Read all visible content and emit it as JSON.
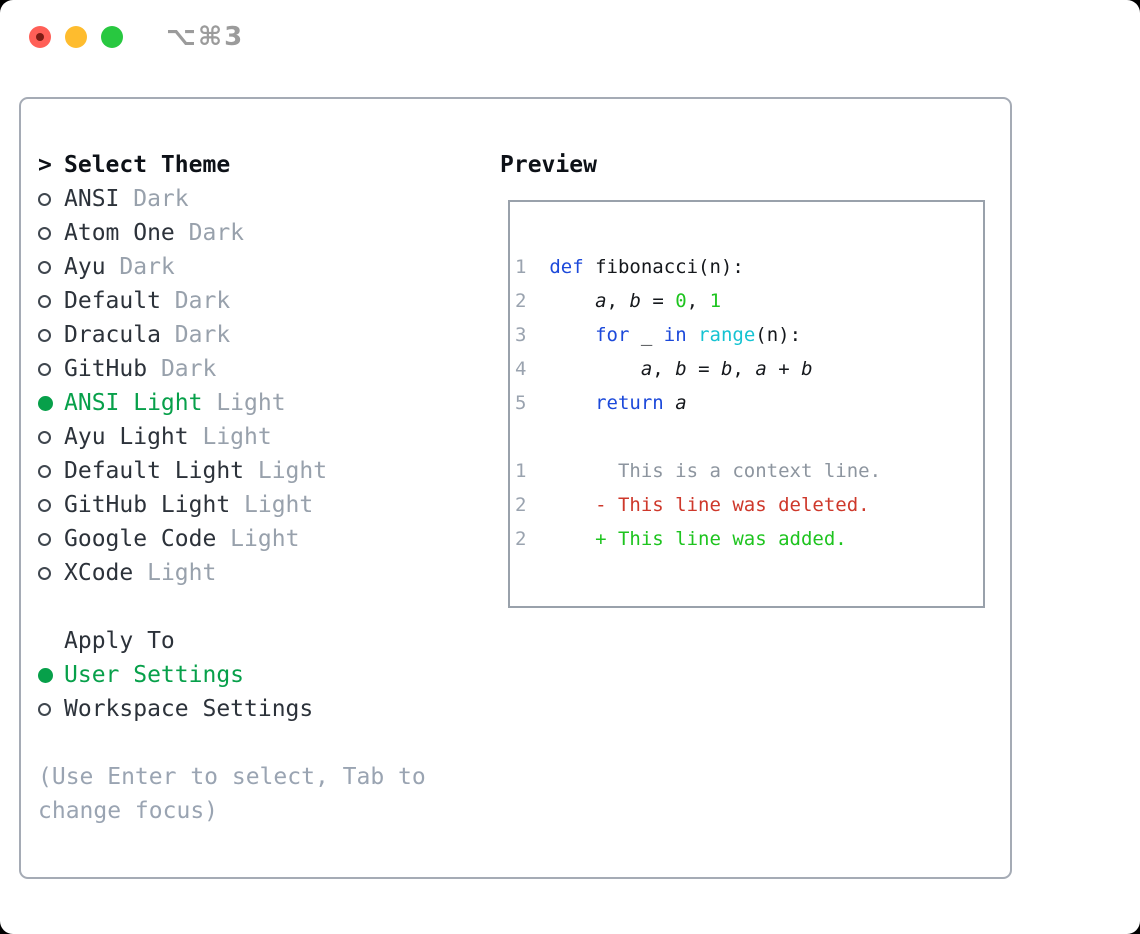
{
  "titlebar": {
    "shortcut": "⌥⌘3"
  },
  "colors": {
    "selected_green": "#07a04a",
    "added_green": "#1ec41f",
    "deleted_red": "#ce382b",
    "keyword_blue": "#1c49da",
    "builtin_cyan": "#15c3d2",
    "muted_gray": "#98a1ac",
    "traffic_red": "#ff5f57",
    "traffic_yellow": "#febc2e",
    "traffic_green": "#28c840"
  },
  "theme_picker": {
    "heading_prefix": ">",
    "heading": "Select Theme",
    "items": [
      {
        "name": "ANSI",
        "tag": "Dark",
        "selected": false
      },
      {
        "name": "Atom One",
        "tag": "Dark",
        "selected": false
      },
      {
        "name": "Ayu",
        "tag": "Dark",
        "selected": false
      },
      {
        "name": "Default",
        "tag": "Dark",
        "selected": false
      },
      {
        "name": "Dracula",
        "tag": "Dark",
        "selected": false
      },
      {
        "name": "GitHub",
        "tag": "Dark",
        "selected": false
      },
      {
        "name": "ANSI Light",
        "tag": "Light",
        "selected": true
      },
      {
        "name": "Ayu Light",
        "tag": "Light",
        "selected": false
      },
      {
        "name": "Default Light",
        "tag": "Light",
        "selected": false
      },
      {
        "name": "GitHub Light",
        "tag": "Light",
        "selected": false
      },
      {
        "name": "Google Code",
        "tag": "Light",
        "selected": false
      },
      {
        "name": "XCode",
        "tag": "Light",
        "selected": false
      }
    ]
  },
  "apply_to": {
    "heading": "Apply To",
    "options": [
      {
        "label": "User Settings",
        "selected": true
      },
      {
        "label": "Workspace Settings",
        "selected": false
      }
    ]
  },
  "hint_lines": [
    "(Use Enter to select, Tab to",
    "change focus)"
  ],
  "preview": {
    "heading": "Preview",
    "lines": [
      {
        "num": "1",
        "tokens": [
          {
            "t": "def",
            "c": "kw"
          },
          {
            "t": " fibonacci(n):",
            "c": "p"
          }
        ]
      },
      {
        "num": "2",
        "tokens": [
          {
            "t": "    ",
            "c": "p"
          },
          {
            "t": "a",
            "c": "v"
          },
          {
            "t": ", ",
            "c": "p"
          },
          {
            "t": "b",
            "c": "v"
          },
          {
            "t": " = ",
            "c": "p"
          },
          {
            "t": "0",
            "c": "n"
          },
          {
            "t": ", ",
            "c": "p"
          },
          {
            "t": "1",
            "c": "n"
          }
        ]
      },
      {
        "num": "3",
        "tokens": [
          {
            "t": "    ",
            "c": "p"
          },
          {
            "t": "for",
            "c": "kw"
          },
          {
            "t": " _ ",
            "c": "p"
          },
          {
            "t": "in",
            "c": "kw"
          },
          {
            "t": " ",
            "c": "p"
          },
          {
            "t": "range",
            "c": "fn"
          },
          {
            "t": "(n):",
            "c": "p"
          }
        ]
      },
      {
        "num": "4",
        "tokens": [
          {
            "t": "        ",
            "c": "p"
          },
          {
            "t": "a",
            "c": "v"
          },
          {
            "t": ", ",
            "c": "p"
          },
          {
            "t": "b",
            "c": "v"
          },
          {
            "t": " = ",
            "c": "p"
          },
          {
            "t": "b",
            "c": "v"
          },
          {
            "t": ", ",
            "c": "p"
          },
          {
            "t": "a",
            "c": "v"
          },
          {
            "t": " + ",
            "c": "p"
          },
          {
            "t": "b",
            "c": "v"
          }
        ]
      },
      {
        "num": "5",
        "tokens": [
          {
            "t": "    ",
            "c": "p"
          },
          {
            "t": "return",
            "c": "kw"
          },
          {
            "t": " ",
            "c": "p"
          },
          {
            "t": "a",
            "c": "v"
          }
        ]
      },
      {
        "num": "",
        "tokens": []
      },
      {
        "num": "1",
        "tokens": [
          {
            "t": "      This is a context line.",
            "c": "ctx"
          }
        ]
      },
      {
        "num": "2",
        "tokens": [
          {
            "t": "    - This line was deleted.",
            "c": "del"
          }
        ]
      },
      {
        "num": "2",
        "tokens": [
          {
            "t": "    + This line was added.",
            "c": "add"
          }
        ]
      }
    ]
  }
}
